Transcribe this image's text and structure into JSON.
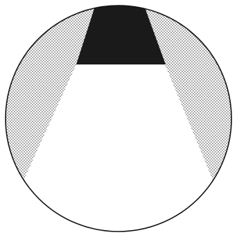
{
  "diagram": {
    "colors": {
      "background": "#ffffff",
      "outline": "#111111",
      "dark_region": "#1a1a1a",
      "stipple_dot": "#3a3a3a",
      "light_region": "#ffffff"
    },
    "regions": [
      {
        "name": "dark-trapezoid",
        "fill": "solid-dark"
      },
      {
        "name": "stippled-side-regions",
        "fill": "dotted"
      },
      {
        "name": "white-beam-region",
        "fill": "white"
      }
    ]
  }
}
